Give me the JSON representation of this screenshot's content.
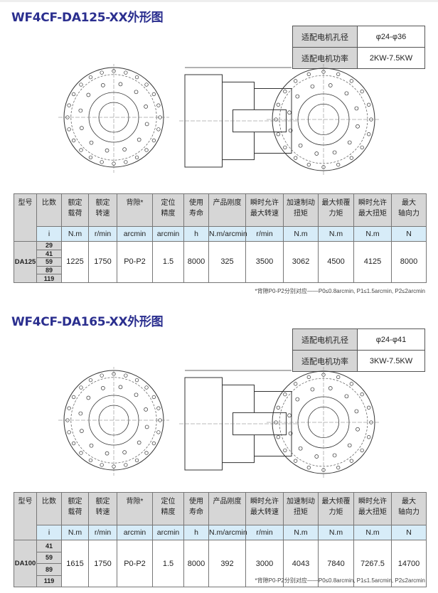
{
  "sections": [
    {
      "title": "WF4CF-DA125-XX外形图",
      "spec": [
        {
          "label": "适配电机孔径",
          "value": "φ24-φ36"
        },
        {
          "label": "适配电机功率",
          "value": "2KW-7.5KW"
        }
      ],
      "model": "DA125",
      "ratios": [
        "29",
        "41",
        "59",
        "89",
        "119"
      ],
      "values": [
        "1225",
        "1750",
        "P0-P2",
        "1.5",
        "8000",
        "325",
        "3500",
        "3062",
        "4500",
        "4125",
        "8000"
      ],
      "note": "*背隙P0-P2分别对应——P0≤0.8arcmin, P1≤1.5arcmin, P2≤2arcmin"
    },
    {
      "title": "WF4CF-DA165-XX外形图",
      "spec": [
        {
          "label": "适配电机孔径",
          "value": "φ24-φ41"
        },
        {
          "label": "适配电机功率",
          "value": "3KW-7.5KW"
        }
      ],
      "model": "DA100",
      "ratios": [
        "41",
        "59",
        "89",
        "119"
      ],
      "values": [
        "1615",
        "1750",
        "P0-P2",
        "1.5",
        "8000",
        "392",
        "3000",
        "4043",
        "7840",
        "7267.5",
        "14700"
      ],
      "note": "*背隙P0-P2分别对应——P0≤0.8arcmin, P1≤1.5arcmin, P2≤2arcmin"
    }
  ],
  "headers": [
    [
      "型号"
    ],
    [
      "比数"
    ],
    [
      "额定",
      "载荷"
    ],
    [
      "额定",
      "转速"
    ],
    [
      "背隙*"
    ],
    [
      "定位",
      "精度"
    ],
    [
      "使用",
      "寿命"
    ],
    [
      "产品刚度"
    ],
    [
      "瞬时允许",
      "最大转速"
    ],
    [
      "加速制动",
      "扭矩"
    ],
    [
      "最大倾覆",
      "力矩"
    ],
    [
      "瞬时允许",
      "最大扭矩"
    ],
    [
      "最大",
      "轴向力"
    ]
  ],
  "units": [
    "i",
    "N.m",
    "r/min",
    "arcmin",
    "arcmin",
    "h",
    "N.m/arcmin",
    "r/min",
    "N.m",
    "N.m",
    "N.m",
    "N"
  ]
}
